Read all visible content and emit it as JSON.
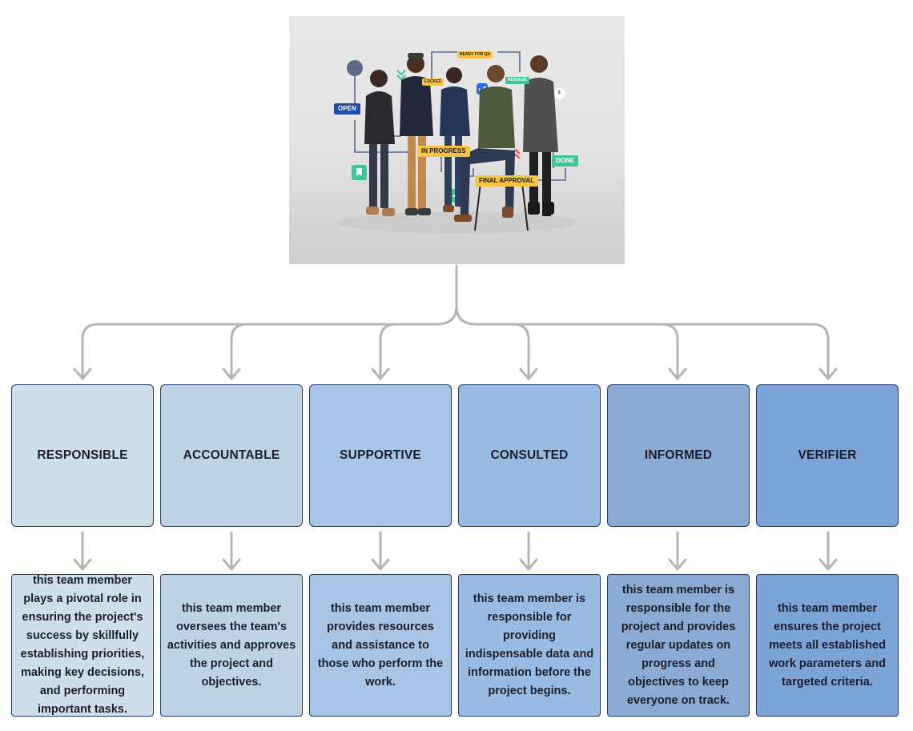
{
  "photo": {
    "tags": {
      "open": "OPEN",
      "in_progress": "IN PROGRESS",
      "final_approval": "FINAL APPROVAL",
      "ready_for_qa": "READY FOR QA",
      "locked": "LOCKED",
      "resolved": "RESOLVE",
      "done": "DONE",
      "count": "5"
    }
  },
  "roles": [
    {
      "title": "RESPONSIBLE",
      "description": "this team member plays a pivotal role in ensuring the project's success by skillfully establishing priorities, making key decisions, and performing important tasks.",
      "color": "#cfdfea"
    },
    {
      "title": "ACCOUNTABLE",
      "description": "this team member oversees the team's activities and approves the project and objectives.",
      "color": "#bdd3e4"
    },
    {
      "title": "SUPPORTIVE",
      "description": "this team member provides resources and assistance to those who perform the work.",
      "color": "#a7c3e5"
    },
    {
      "title": "CONSULTED",
      "description": "this team member is responsible for providing indispensable data and information before the project begins.",
      "color": "#97bbe3"
    },
    {
      "title": "INFORMED",
      "description": "this team member is responsible for the project and provides regular updates on progress and objectives to keep everyone on track.",
      "color": "#89aad3"
    },
    {
      "title": "VERIFIER",
      "description": "this team member ensures the project meets all established work parameters and targeted criteria.",
      "color": "#7aa4d6"
    }
  ],
  "colors": {
    "connector": "#b5b5b5",
    "border": "#24386a"
  }
}
